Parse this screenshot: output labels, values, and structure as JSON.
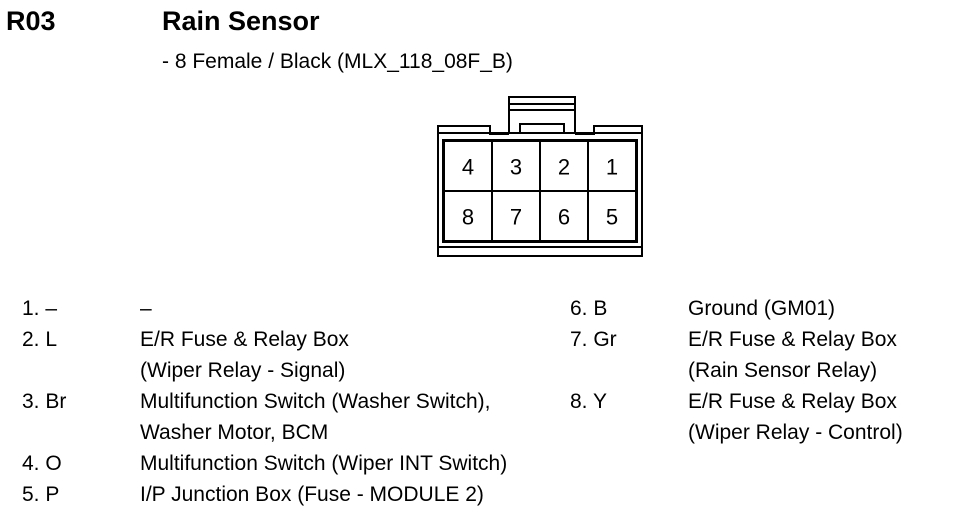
{
  "header": {
    "code": "R03",
    "title": "Rain Sensor",
    "subtitle": "- 8 Female / Black (MLX_118_08F_B)"
  },
  "connector": {
    "top_row": [
      "4",
      "3",
      "2",
      "1"
    ],
    "bottom_row": [
      "8",
      "7",
      "6",
      "5"
    ]
  },
  "pins_left": [
    {
      "num": "1. –",
      "lines": [
        "–"
      ]
    },
    {
      "num": "2. L",
      "lines": [
        "E/R Fuse & Relay Box",
        "(Wiper Relay - Signal)"
      ]
    },
    {
      "num": "3. Br",
      "lines": [
        "Multifunction Switch (Washer Switch),",
        "Washer Motor, BCM"
      ]
    },
    {
      "num": "4. O",
      "lines": [
        "Multifunction Switch (Wiper INT Switch)"
      ]
    },
    {
      "num": "5. P",
      "lines": [
        "I/P Junction Box (Fuse - MODULE 2)"
      ]
    }
  ],
  "pins_right": [
    {
      "num": "6. B",
      "lines": [
        "Ground (GM01)"
      ]
    },
    {
      "num": "7. Gr",
      "lines": [
        "E/R Fuse & Relay Box",
        "(Rain Sensor Relay)"
      ]
    },
    {
      "num": "8. Y",
      "lines": [
        "E/R Fuse & Relay Box",
        "(Wiper Relay - Control)"
      ]
    }
  ]
}
